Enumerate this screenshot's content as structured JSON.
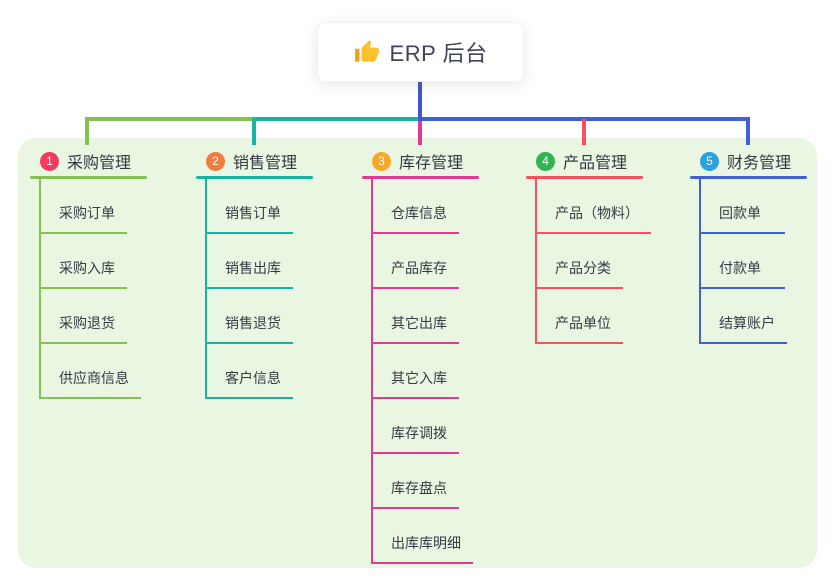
{
  "root": {
    "title": "ERP 后台",
    "icon": "thumbs-up-icon",
    "connector_color": "#4356cb"
  },
  "canvas": {
    "background": "#ffffff",
    "panel_bg": "#e9f6e2"
  },
  "sections": [
    {
      "num": "1",
      "title": "采购管理",
      "badge_color": "#f43b5e",
      "line_color": "#84c150",
      "items": [
        "采购订单",
        "采购入库",
        "采购退货",
        "供应商信息"
      ]
    },
    {
      "num": "2",
      "title": "销售管理",
      "badge_color": "#f07c40",
      "line_color": "#17b3a3",
      "items": [
        "销售订单",
        "销售出库",
        "销售退货",
        "客户信息"
      ]
    },
    {
      "num": "3",
      "title": "库存管理",
      "badge_color": "#f9a826",
      "line_color": "#e23a92",
      "items": [
        "仓库信息",
        "产品库存",
        "其它出库",
        "其它入库",
        "库存调拨",
        "库存盘点",
        "出库库明细"
      ]
    },
    {
      "num": "4",
      "title": "产品管理",
      "badge_color": "#2eb552",
      "line_color": "#fb4f5f",
      "items": [
        "产品（物料）",
        "产品分类",
        "产品单位"
      ]
    },
    {
      "num": "5",
      "title": "财务管理",
      "badge_color": "#2aa2de",
      "line_color": "#4161d2",
      "items": [
        "回款单",
        "付款单",
        "结算账户"
      ]
    }
  ]
}
